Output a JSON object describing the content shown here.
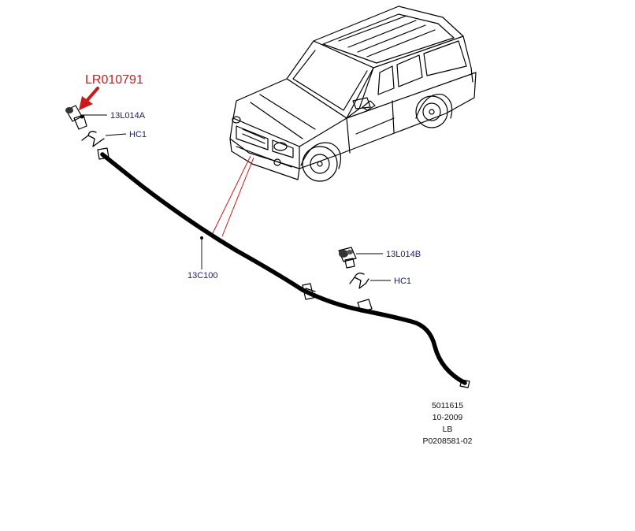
{
  "highlight": {
    "part_number": "LR010791",
    "color": "#cc1a1a"
  },
  "callouts": {
    "nozzle_left": "13L014A",
    "clip_left": "HC1",
    "hose": "13C100",
    "nozzle_right": "13L014B",
    "clip_right": "HC1"
  },
  "reference": {
    "line1": "5011615",
    "line2": "10-2009",
    "line3": "LB",
    "line4": "P0208581-02"
  },
  "colors": {
    "label": "#1a1a6e",
    "linework": "#000000",
    "leader": "#cc1a1a"
  }
}
